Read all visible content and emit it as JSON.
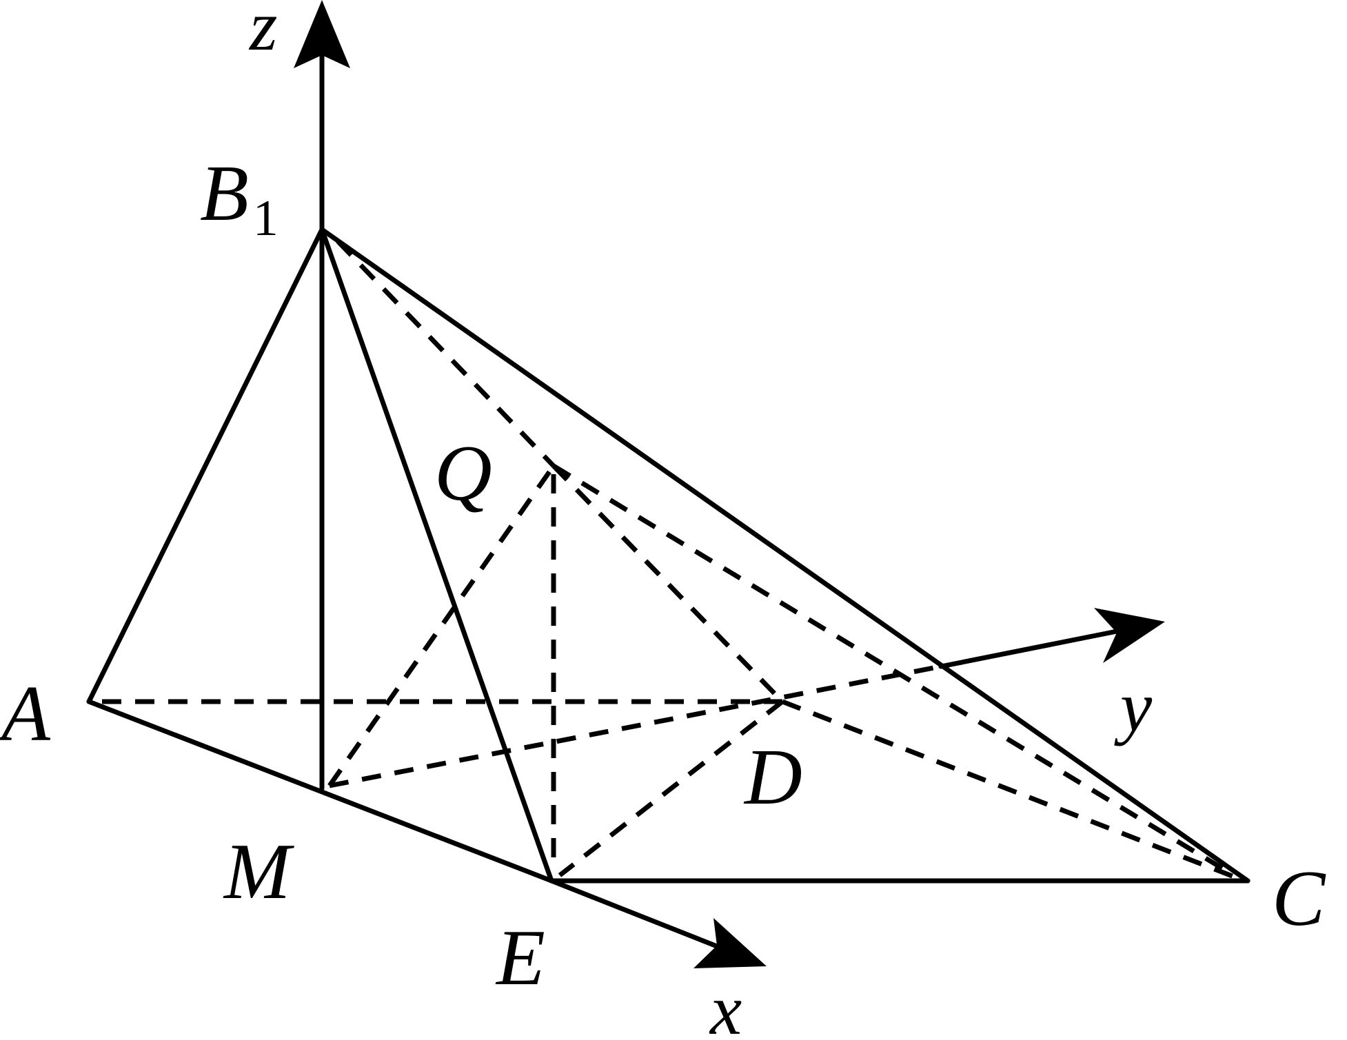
{
  "points": {
    "A": {
      "label": "A"
    },
    "B1": {
      "label": "B",
      "sub": "1"
    },
    "M": {
      "label": "M"
    },
    "E": {
      "label": "E"
    },
    "C": {
      "label": "C"
    },
    "D": {
      "label": "D"
    },
    "Q": {
      "label": "Q"
    }
  },
  "axes": {
    "x": {
      "label": "x"
    },
    "y": {
      "label": "y"
    },
    "z": {
      "label": "z"
    }
  }
}
